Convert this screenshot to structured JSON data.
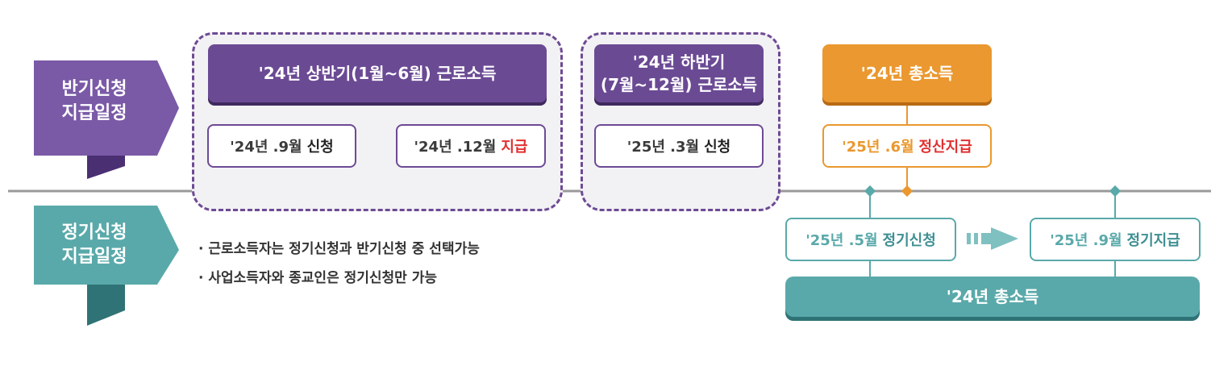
{
  "banners": {
    "semiannual": {
      "label": "반기신청\n지급일정",
      "color": "#7a5aa7"
    },
    "regular": {
      "label": "정기신청\n지급일정",
      "color": "#5aa9aa"
    }
  },
  "semiannual_track": {
    "first_half": {
      "header": "'24년 상반기(1월~6월) 근로소득",
      "apply": {
        "date": "'24년 .9월",
        "action": "신청"
      },
      "pay": {
        "date": "'24년 .12월",
        "action": "지급"
      }
    },
    "second_half": {
      "header": "'24년 하반기\n(7월~12월) 근로소득",
      "apply": {
        "date": "'25년 .3월",
        "action": "신청"
      }
    },
    "total": {
      "header": "'24년 총소득",
      "settle": {
        "date": "'25년 .6월",
        "action": "정산지급"
      }
    }
  },
  "regular_track": {
    "apply": {
      "date": "'25년 .5월",
      "action": "정기신청"
    },
    "pay": {
      "date": "'25년 .9월",
      "action": "정기지급"
    },
    "total_bar": "'24년 총소득"
  },
  "notes": [
    "근로소득자는 정기신청과 반기신청 중 선택가능",
    "사업소득자와 종교인은 정기신청만 가능"
  ],
  "colors": {
    "purple": "#6b4a94",
    "orange": "#ea982f",
    "teal": "#5aa9aa",
    "red": "#e03131",
    "timeline": "#9a9a9a"
  }
}
